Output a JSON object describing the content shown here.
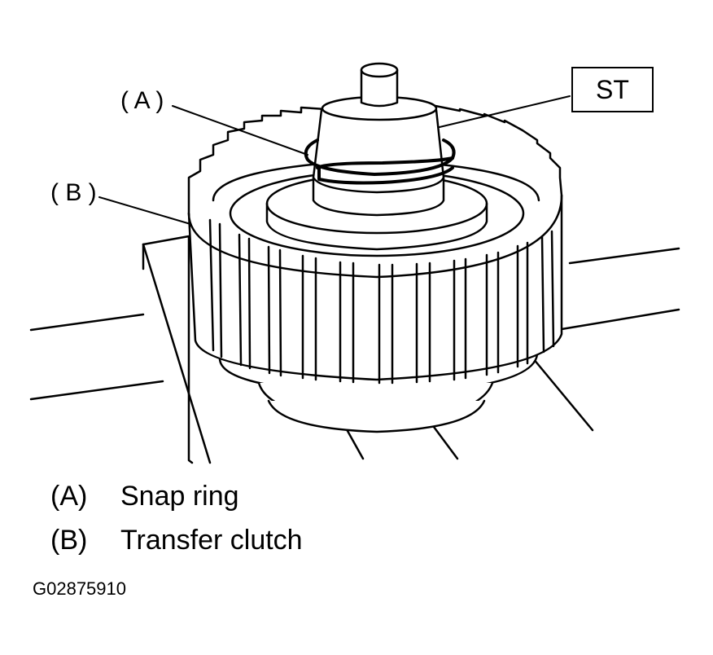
{
  "callouts": {
    "a": "( A )",
    "b": "( B )",
    "st": "ST"
  },
  "legend": [
    {
      "letter": "(A)",
      "text": "Snap ring"
    },
    {
      "letter": "(B)",
      "text": "Transfer clutch"
    }
  ],
  "figure_code": "G02875910"
}
